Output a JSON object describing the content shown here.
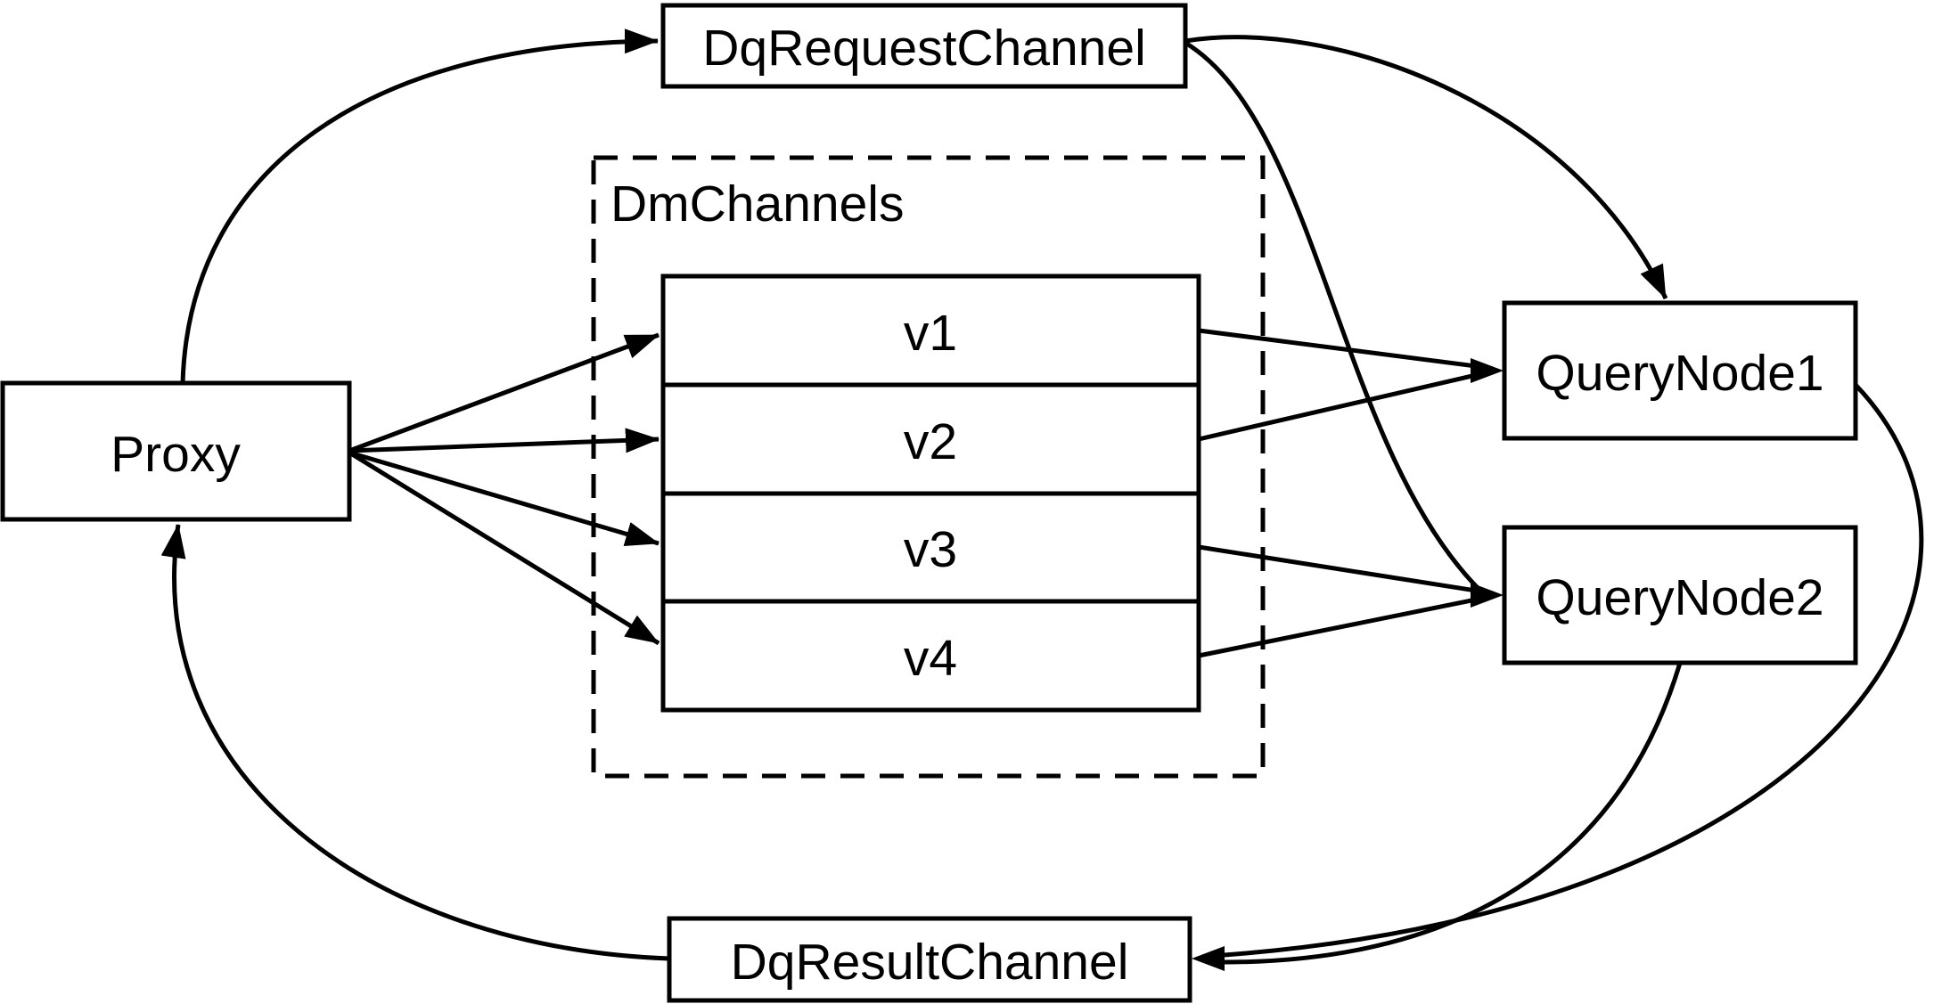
{
  "diagram": {
    "nodes": {
      "proxy": {
        "label": "Proxy"
      },
      "dq_request_channel": {
        "label": "DqRequestChannel"
      },
      "dm_channels": {
        "label": "DmChannels",
        "channels": [
          "v1",
          "v2",
          "v3",
          "v4"
        ]
      },
      "query_node_1": {
        "label": "QueryNode1"
      },
      "query_node_2": {
        "label": "QueryNode2"
      },
      "dq_result_channel": {
        "label": "DqResultChannel"
      }
    },
    "edges": [
      {
        "from": "Proxy",
        "to": "DqRequestChannel"
      },
      {
        "from": "Proxy",
        "to": "v1"
      },
      {
        "from": "Proxy",
        "to": "v2"
      },
      {
        "from": "Proxy",
        "to": "v3"
      },
      {
        "from": "Proxy",
        "to": "v4"
      },
      {
        "from": "v1",
        "to": "QueryNode1"
      },
      {
        "from": "v2",
        "to": "QueryNode1"
      },
      {
        "from": "v3",
        "to": "QueryNode2"
      },
      {
        "from": "v4",
        "to": "QueryNode2"
      },
      {
        "from": "DqRequestChannel",
        "to": "QueryNode1"
      },
      {
        "from": "DqRequestChannel",
        "to": "QueryNode2"
      },
      {
        "from": "QueryNode1",
        "to": "DqResultChannel"
      },
      {
        "from": "QueryNode2",
        "to": "DqResultChannel"
      },
      {
        "from": "DqResultChannel",
        "to": "Proxy"
      }
    ],
    "colors": {
      "stroke": "#000000",
      "background": "#ffffff"
    }
  }
}
